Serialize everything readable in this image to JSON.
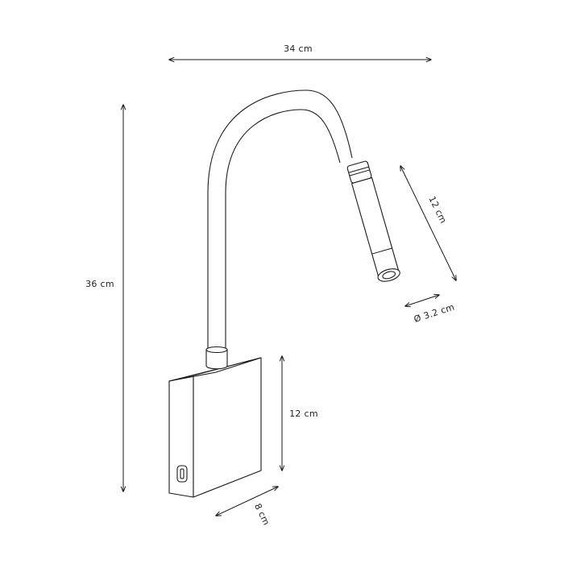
{
  "dimensions": {
    "width_label": "34 cm",
    "height_label": "36 cm",
    "head_length_label": "12 cm",
    "head_diameter_label": "Ø 3.2 cm",
    "box_height_label": "12 cm",
    "box_depth_label": "8 cm"
  },
  "colors": {
    "line": "#1a1a1a",
    "background": "#ffffff"
  }
}
